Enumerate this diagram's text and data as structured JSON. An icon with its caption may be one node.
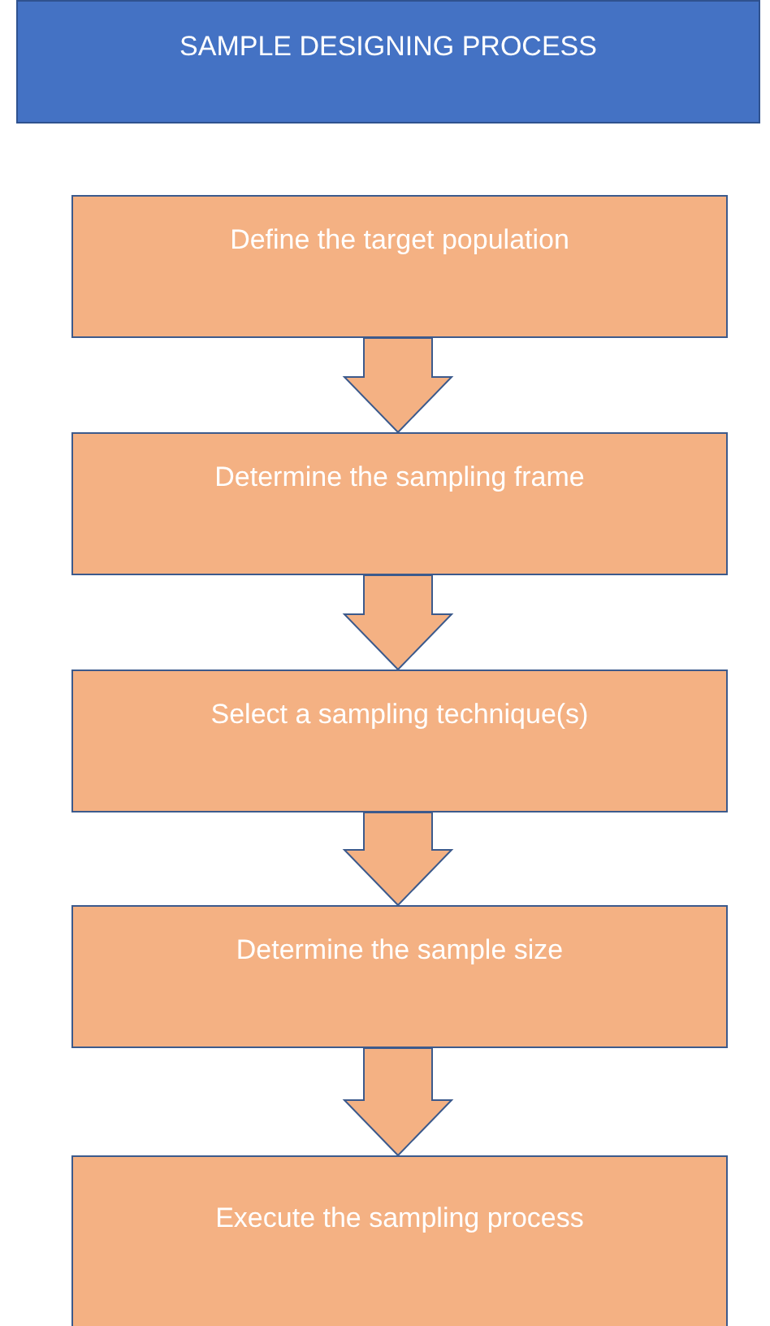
{
  "diagram": {
    "title": "SAMPLE DESIGNING PROCESS",
    "nodes": [
      {
        "text": [
          "Define the target population"
        ]
      },
      {
        "text": [
          "Determine the sampling frame"
        ]
      },
      {
        "text": [
          "Select a sampling technique(s)"
        ]
      },
      {
        "text": [
          "Determine the sample size"
        ]
      },
      {
        "text": [
          "Execute the sampling process"
        ]
      }
    ],
    "edges": [
      {
        "from": 0,
        "to": 1,
        "arrow": "to"
      },
      {
        "from": 1,
        "to": 2,
        "arrow": "to"
      },
      {
        "from": 2,
        "to": 3,
        "arrow": "to"
      },
      {
        "from": 3,
        "to": 4,
        "arrow": "to"
      }
    ]
  }
}
